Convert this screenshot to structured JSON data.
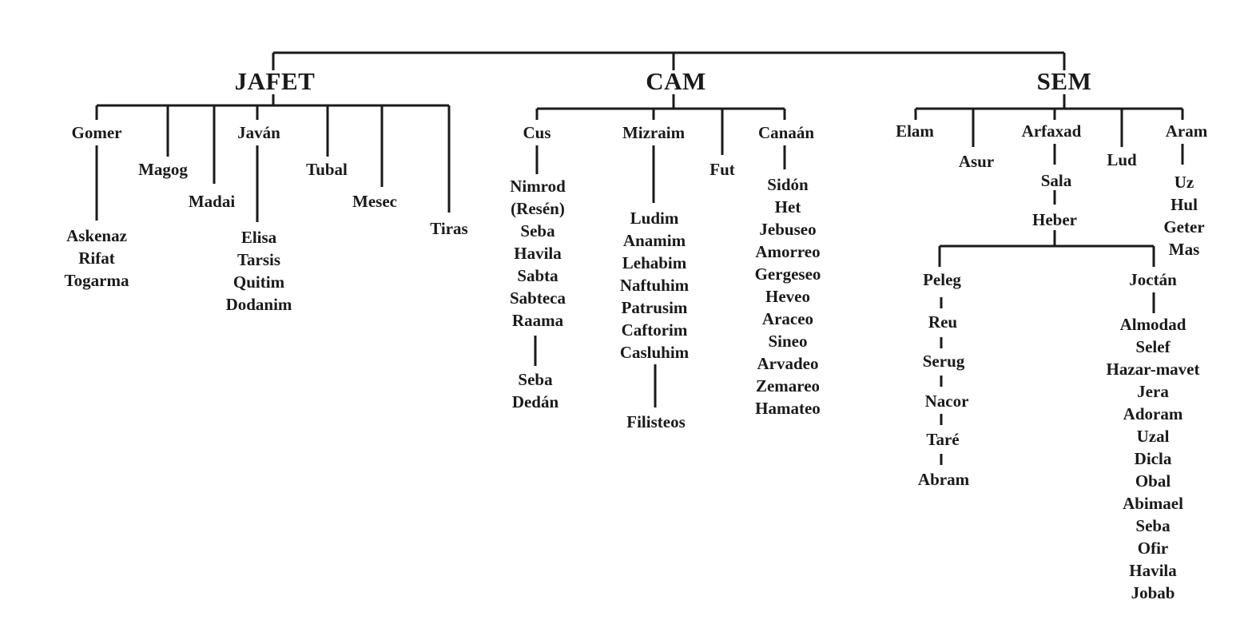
{
  "tree": {
    "japheth": {
      "name": "JAFET",
      "gomer": {
        "name": "Gomer",
        "children": [
          "Askenaz",
          "Rifat",
          "Togarma"
        ]
      },
      "magog": "Magog",
      "madai": "Madai",
      "javan": {
        "name": "Javán",
        "children": [
          "Elisa",
          "Tarsis",
          "Quitim",
          "Dodanim"
        ]
      },
      "tubal": "Tubal",
      "mesec": "Mesec",
      "tiras": "Tiras"
    },
    "ham": {
      "name": "CAM",
      "cus": {
        "name": "Cus",
        "children": [
          "Nimrod",
          "(Resén)",
          "Seba",
          "Havila",
          "Sabta",
          "Sabteca",
          "Raama"
        ],
        "grandchildren": [
          "Seba",
          "Dedán"
        ]
      },
      "mizraim": {
        "name": "Mizraim",
        "children": [
          "Ludim",
          "Anamim",
          "Lehabim",
          "Naftuhim",
          "Patrusim",
          "Caftorim",
          "Casluhim"
        ],
        "grandchildren": [
          "Filisteos"
        ]
      },
      "fut": "Fut",
      "canaan": {
        "name": "Canaán",
        "children": [
          "Sidón",
          "Het",
          "Jebuseo",
          "Amorreo",
          "Gergeseo",
          "Heveo",
          "Araceo",
          "Sineo",
          "Arvadeo",
          "Zemareo",
          "Hamateo"
        ]
      }
    },
    "shem": {
      "name": "SEM",
      "elam": "Elam",
      "asur": "Asur",
      "arfaxad": "Arfaxad",
      "sala": "Sala",
      "heber": "Heber",
      "peleg_line": [
        "Peleg",
        "Reu",
        "Serug",
        "Nacor",
        "Taré",
        "Abram"
      ],
      "joctan": {
        "name": "Joctán",
        "children": [
          "Almodad",
          "Selef",
          "Hazar-mavet",
          "Jera",
          "Adoram",
          "Uzal",
          "Dicla",
          "Obal",
          "Abimael",
          "Seba",
          "Ofir",
          "Havila",
          "Jobab"
        ]
      },
      "lud": "Lud",
      "aram": {
        "name": "Aram",
        "children": [
          "Uz",
          "Hul",
          "Geter",
          "Mas"
        ]
      }
    }
  }
}
